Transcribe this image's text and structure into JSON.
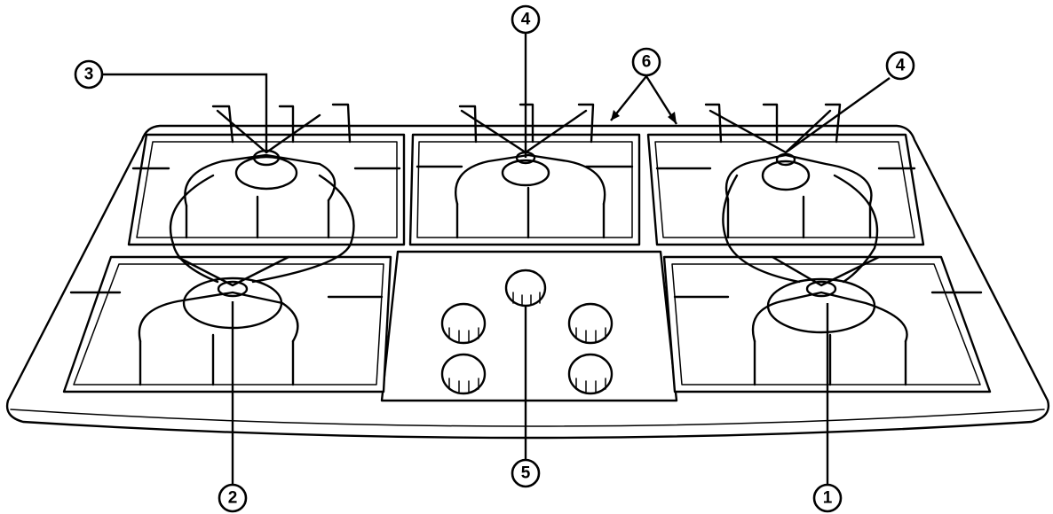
{
  "callouts": [
    {
      "id": "c1",
      "label": "1"
    },
    {
      "id": "c2",
      "label": "2"
    },
    {
      "id": "c3",
      "label": "3"
    },
    {
      "id": "c4a",
      "label": "4"
    },
    {
      "id": "c4b",
      "label": "4"
    },
    {
      "id": "c5",
      "label": "5"
    },
    {
      "id": "c6",
      "label": "6"
    }
  ],
  "colors": {
    "ink": "#000000",
    "background": "#ffffff"
  }
}
